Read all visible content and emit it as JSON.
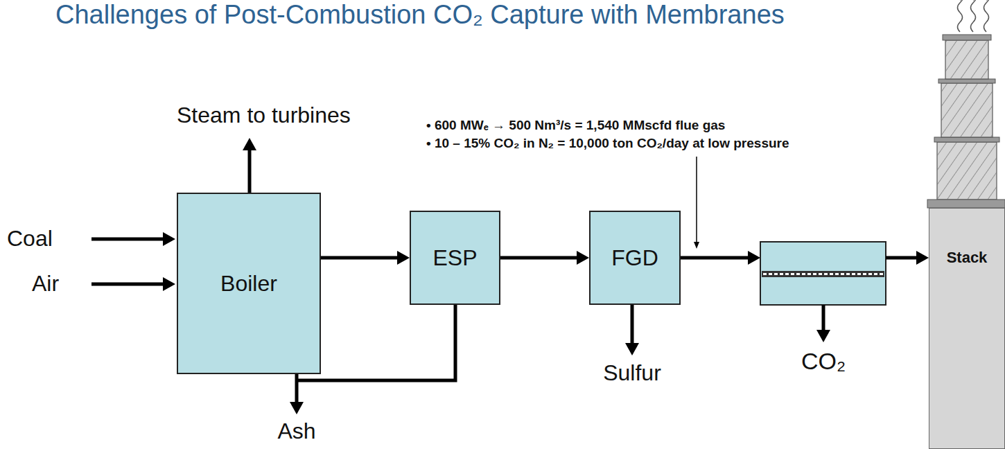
{
  "diagram": {
    "title": "Challenges of Post-Combustion CO₂ Capture with Membranes",
    "nodes": [
      {
        "text": [
          "Boiler"
        ]
      },
      {
        "text": [
          "ESP"
        ]
      },
      {
        "text": [
          "FGD"
        ]
      },
      {
        "text": [
          "Stack"
        ]
      }
    ],
    "edges": [
      {
        "from": 0,
        "to": 1,
        "arrow": "to"
      },
      {
        "from": 1,
        "to": 2,
        "arrow": "to"
      }
    ],
    "labels": [
      "Steam to turbines",
      "Coal",
      "Air",
      "• 600 MWₑ → 500 Nm³/s = 1,540 MMscfd flue gas",
      "• 10 – 15% CO₂ in N₂ = 10,000 ton CO₂/day at low pressure",
      "Ash",
      "Sulfur",
      "CO₂"
    ]
  }
}
